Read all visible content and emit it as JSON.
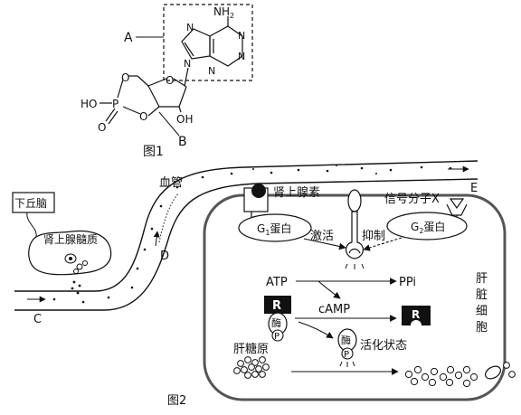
{
  "figure1": {
    "caption": "图1",
    "label_a": "A",
    "label_b": "B",
    "adenine_nh2": "NH",
    "adenine_nh2_sub": "2",
    "ring_n1": "N",
    "ring_n2": "N",
    "ring_n3": "N",
    "ring_n4": "N",
    "ring_n5": "N",
    "ribose_o": "O",
    "ho_left": "HO",
    "phosphorus": "P",
    "oxo": "O",
    "o_upper": "O",
    "o_lower": "O",
    "oh": "OH"
  },
  "figure2": {
    "caption": "图2",
    "hypothalamus": "下丘脑",
    "adrenal_medulla": "肾上腺髓质",
    "blood_vessel": "血管",
    "adrenaline": "肾上腺素",
    "signal_molecule": "信号分子X",
    "g1_protein_prefix": "G",
    "g1_protein_sub": "1",
    "g1_protein_suffix": "蛋白",
    "g2_protein_prefix": "G",
    "g2_protein_sub": "2",
    "g2_protein_suffix": "蛋白",
    "activate": "激活",
    "inhibit": "抑制",
    "atp": "ATP",
    "ppi": "PPi",
    "camp": "cAMP",
    "r_label": "R",
    "r_label_2": "R",
    "enzyme": "酶",
    "enzyme_2": "酶",
    "p_label": "P",
    "p_label_2": "P",
    "active_state": "活化状态",
    "glycogen": "肝糖原",
    "liver_cell": [
      "肝",
      "脏",
      "细",
      "胞"
    ],
    "label_c": "C",
    "label_d": "D",
    "label_e": "E"
  }
}
